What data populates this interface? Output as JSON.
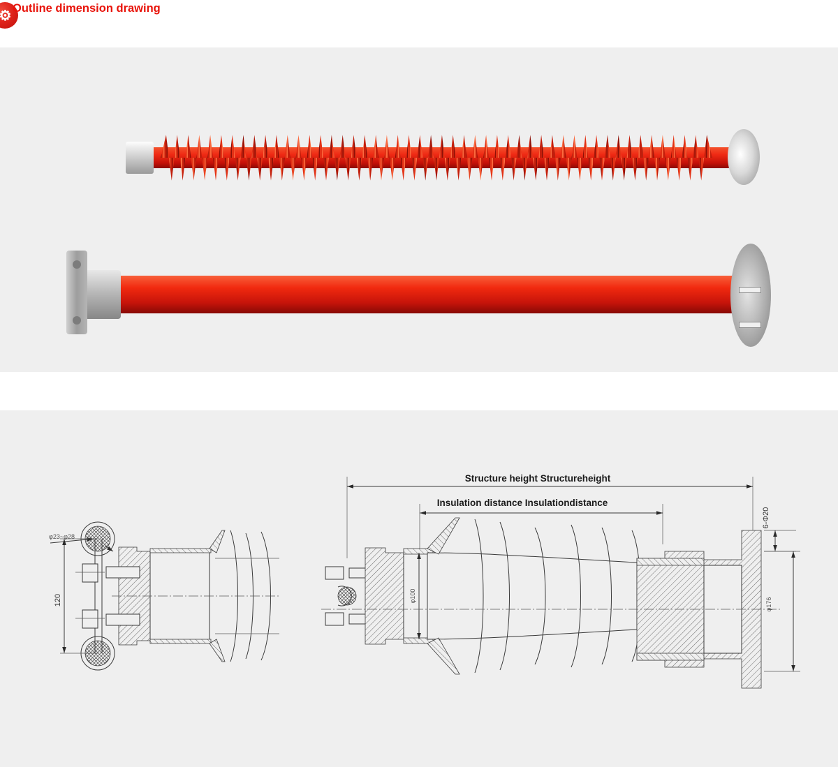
{
  "header": {
    "title": "Outline dimension drawing",
    "logo_icon": "heartbeat-circle-icon",
    "title_color": "#e8130a"
  },
  "photo_panel": {
    "background_color": "#efefef",
    "items": [
      {
        "name": "composite-insulator-upper",
        "description": "Red silicone composite post insulator with metal end fittings"
      },
      {
        "name": "composite-insulator-lower",
        "description": "Large red silicone composite hollow insulator with flat bracket and circular flange"
      }
    ]
  },
  "drawing_panel": {
    "background_color": "#efefef",
    "left_detail": {
      "name": "left-end-detail-view",
      "labels": {
        "conductor_diameter": "φ23~φ28",
        "clamp_spacing": "120"
      }
    },
    "main_view": {
      "name": "main-section-view",
      "labels": {
        "structure_height": "Structure height Structureheight",
        "insulation_distance": "Insulation distance Insulationdistance",
        "bore_diameter": "φ100",
        "bolt_holes": "6-Φ20",
        "flange_diameter": "φ176"
      }
    }
  }
}
